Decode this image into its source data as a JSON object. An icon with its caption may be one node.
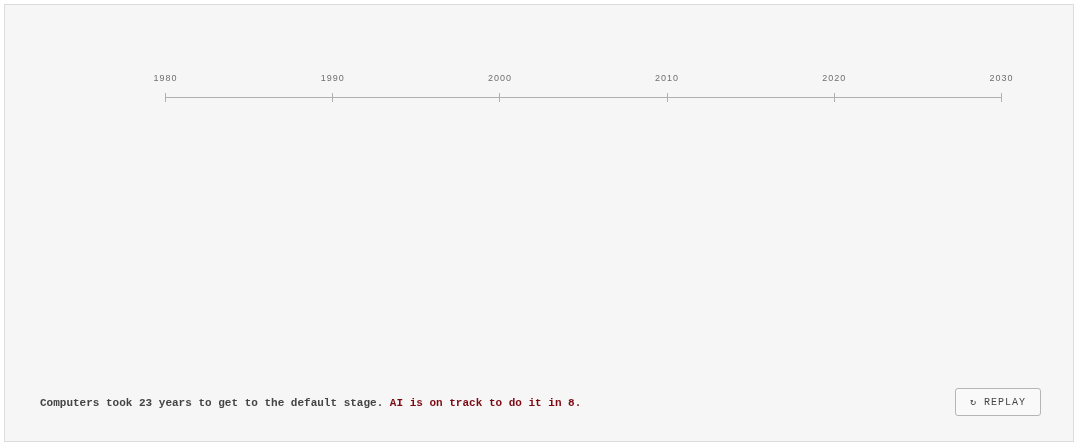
{
  "diagram": {
    "labels": [
      "1980",
      "1990",
      "2000",
      "2010",
      "2020",
      "2030",
      "Computers took 23 years to get to the default stage. **AI is on track to do it in 8.**",
      "↻ REPLAY"
    ]
  }
}
